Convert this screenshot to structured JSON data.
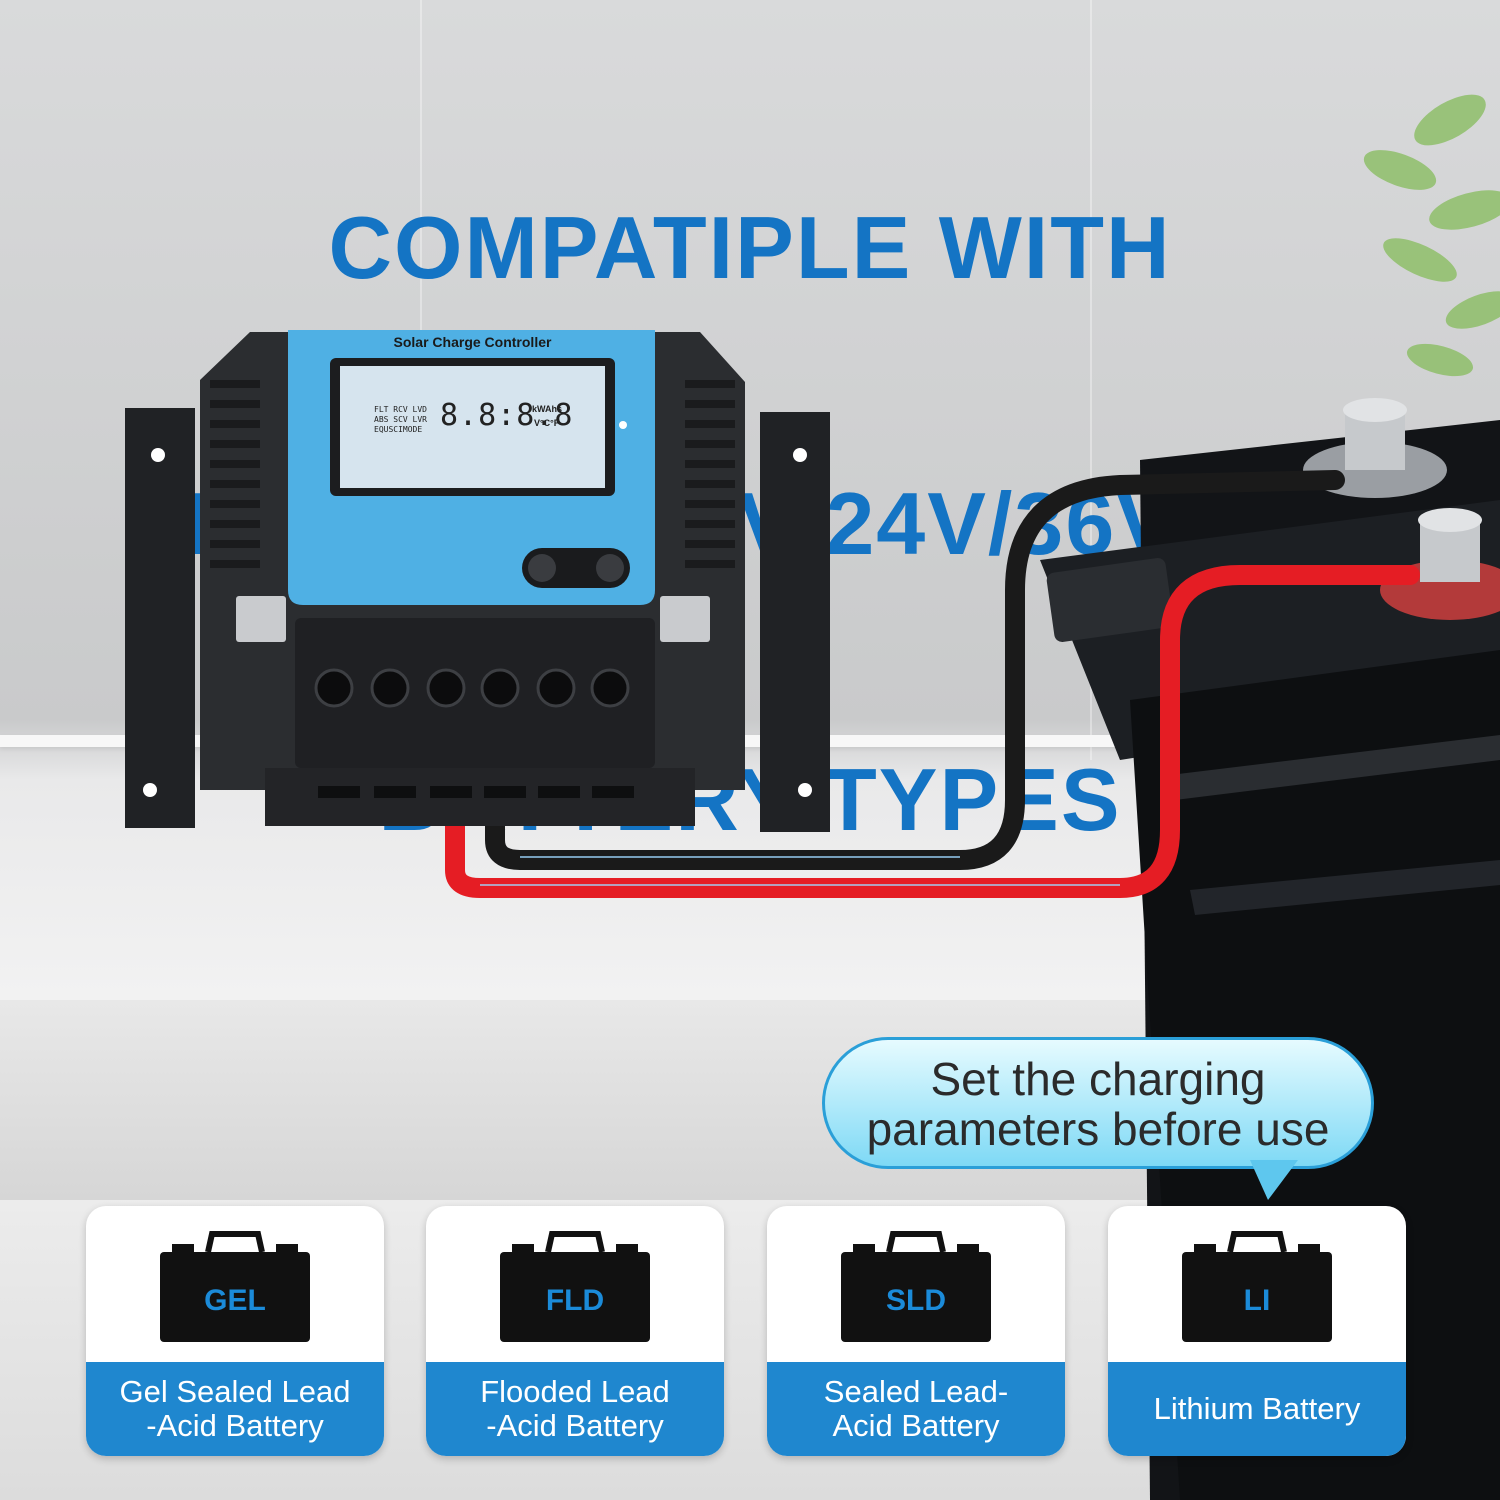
{
  "headline": {
    "line1": "COMPATIPLE WITH",
    "line2": "MULTIPLE  12V/24V/36V/48V",
    "line3": "BATTERY TYPES",
    "color": "#1474c4"
  },
  "controller": {
    "title": "Solar Charge Controller",
    "panel_color": "#4fb0e4",
    "lcd": {
      "left_labels": [
        "FLT RCV LVD",
        "ABS SCV LVR",
        "EQUSCIMODE"
      ],
      "digits": "8.8:8.8",
      "units_top": "kWAhs",
      "units_bottom": "V°C°F"
    }
  },
  "bubble": {
    "line1": "Set the charging",
    "line2": "parameters before use"
  },
  "cards": [
    {
      "code": "GEL",
      "label_line1": "Gel Sealed Lead",
      "label_line2": "-Acid Battery"
    },
    {
      "code": "FLD",
      "label_line1": "Flooded Lead",
      "label_line2": "-Acid Battery"
    },
    {
      "code": "SLD",
      "label_line1": "Sealed Lead-",
      "label_line2": "Acid Battery"
    },
    {
      "code": "LI",
      "label_line1": "Lithium Battery",
      "label_line2": ""
    }
  ],
  "colors": {
    "accent": "#1f87cf",
    "cable_red": "#e51d24",
    "cable_black": "#1a1a1a"
  }
}
